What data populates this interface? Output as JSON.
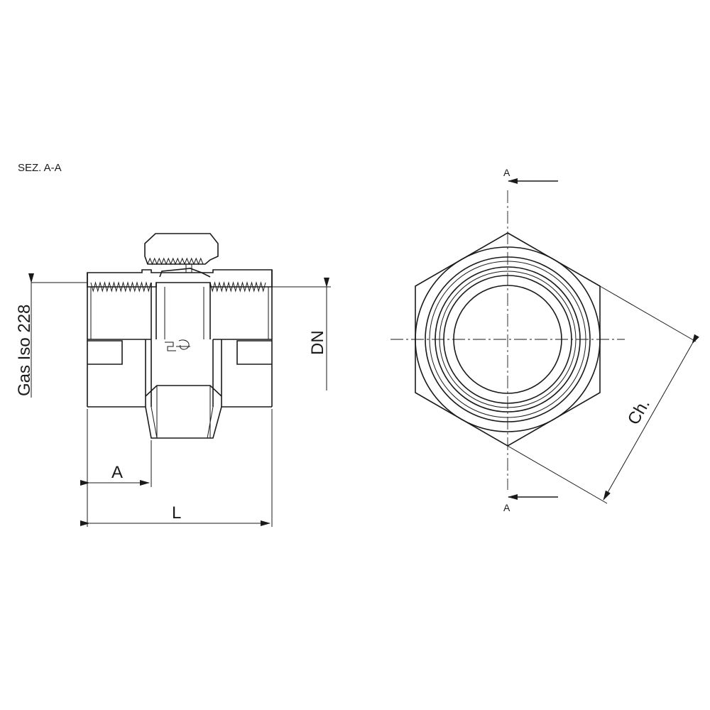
{
  "section_title": "SEZ. A-A",
  "dimensions": {
    "thread_standard": "Gas Iso 228",
    "nominal_diameter": "DN",
    "engagement_length": "A",
    "overall_length": "L",
    "wrench_size": "Ch."
  },
  "section_markers": {
    "top": "A",
    "bottom": "A"
  }
}
